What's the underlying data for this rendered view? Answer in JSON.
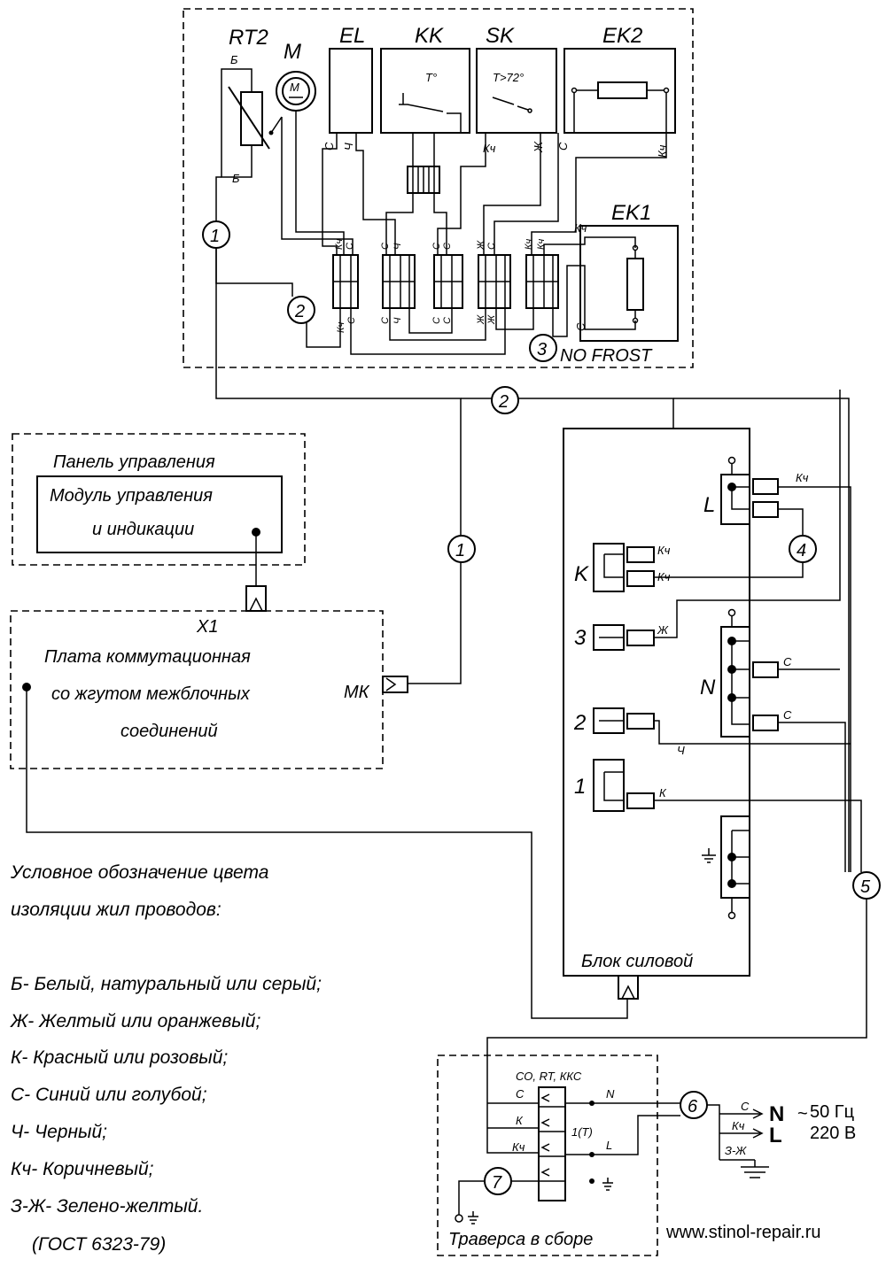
{
  "top_unit": {
    "components": {
      "rt2": "RT2",
      "m": "M",
      "m_symbol": "M",
      "el": "EL",
      "kk": "KK",
      "sk": "SK",
      "ek2": "EK2",
      "ek1": "EK1",
      "kk_temp": "T°",
      "sk_temp": "T>72°",
      "no_frost": "NO FROST"
    },
    "wire_labels": {
      "b_top": "Б",
      "b_bottom": "Б",
      "el_c": "С",
      "el_ch": "Ч",
      "sk_kch": "Кч",
      "sk_zh": "Ж",
      "ek2_c": "С",
      "ek2_kch": "Кч",
      "ek1_kch": "Кч",
      "ek1_c": "С",
      "conn_upper": [
        "Кч",
        "С",
        "С",
        "Ч",
        "С",
        "С",
        "Ж",
        "С",
        "Кч",
        "Кч"
      ],
      "conn_lower": [
        "Кч",
        "С",
        "С",
        "Ч",
        "С",
        "С",
        "Ж",
        "Ж"
      ]
    },
    "harness_numbers": {
      "h1": "1",
      "h2": "2",
      "h3": "3"
    }
  },
  "harness_numbers": {
    "n1": "1",
    "n2": "2",
    "n4": "4",
    "n5": "5",
    "n6": "6",
    "n7": "7"
  },
  "control_panel": {
    "title": "Панель управления",
    "module_line1": "Модуль управления",
    "module_line2": "и индикации"
  },
  "switch_board": {
    "designator": "X1",
    "line1": "Плата коммутационная",
    "line2": "со жгутом межблочных",
    "line3": "соединений",
    "connector": "МК"
  },
  "power_block": {
    "title": "Блок силовой",
    "terminal_l": "L",
    "terminal_k": "K",
    "terminal_3": "3",
    "terminal_n": "N",
    "terminal_2": "2",
    "terminal_1": "1",
    "wire_l_kch": "Кч",
    "wire_k_kch1": "Кч",
    "wire_k_kch2": "Кч",
    "wire_3_zh": "Ж",
    "wire_n_c1": "С",
    "wire_n_c2": "С",
    "wire_2_ch": "Ч",
    "wire_1_k": "К"
  },
  "traverse": {
    "title": "Траверса в сборе",
    "header": "СО, RT, ККС",
    "center": "1(T)",
    "pin_n": "N",
    "pin_l": "L",
    "wire_c": "С",
    "wire_k": "К",
    "wire_kch": "Кч"
  },
  "mains": {
    "wire_c": "С",
    "wire_kch": "Кч",
    "wire_zzh": "З-Ж",
    "n": "N",
    "l": "L",
    "freq": "50 Гц",
    "tilde": "~",
    "volt": "220 В"
  },
  "legend": {
    "title1": "Условное обозначение цвета",
    "title2": "изоляции жил проводов:",
    "items": [
      "Б- Белый, натуральный или серый;",
      "Ж- Желтый или оранжевый;",
      "К- Красный или розовый;",
      "С- Синий или голубой;",
      "Ч- Черный;",
      "Кч- Коричневый;",
      "З-Ж- Зелено-желтый."
    ],
    "standard": "(ГОСТ 6323-79)"
  },
  "website": "www.stinol-repair.ru"
}
